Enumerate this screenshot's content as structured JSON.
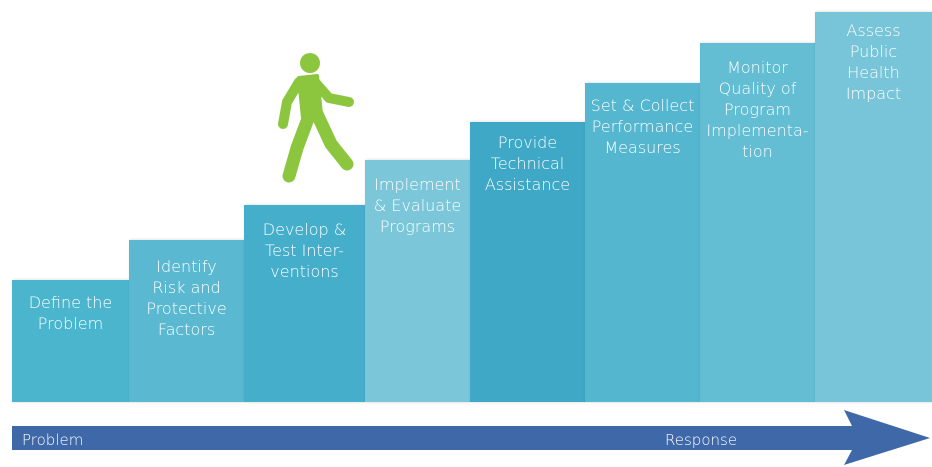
{
  "steps": [
    {
      "label": "Define the\nProblem"
    },
    {
      "label": "Identify\nRisk and\nProtective\nFactors"
    },
    {
      "label": "Develop &\nTest Inter-\nventions"
    },
    {
      "label": "Implement\n& Evaluate\nPrograms"
    },
    {
      "label": "Provide\nTechnical\nAssistance"
    },
    {
      "label": "Set & Collect\nPerformance\nMeasures"
    },
    {
      "label": "Monitor\nQuality of\nProgram\nImplementa-\ntion"
    },
    {
      "label": "Assess\nPublic\nHealth\nImpact"
    }
  ],
  "arrow": {
    "start_label": "Problem",
    "end_label": "Response",
    "color": "#3e68a8"
  },
  "walker_color": "#8cc63f"
}
